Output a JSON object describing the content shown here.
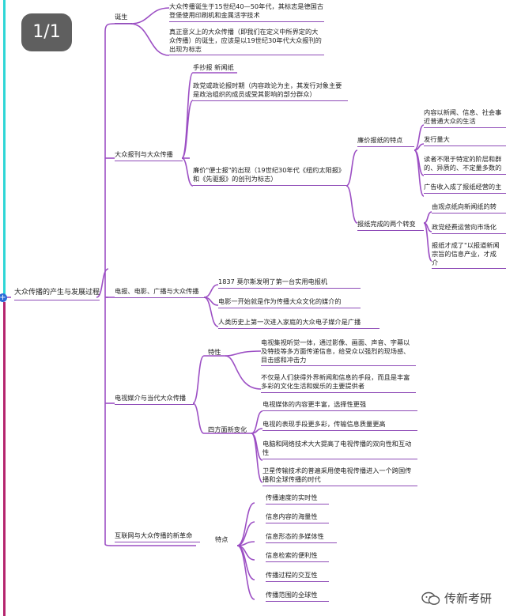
{
  "page_badge": "1/1",
  "root": "大众传播的产生与发展过程",
  "branches": {
    "birth": {
      "label": "诞生",
      "items": [
        "大众传播诞生于15世纪40—50年代，其标志是德国古登堡使用印刷机和金属活字技术",
        "真正意义上的大众传播（即我们在定义中所界定的大众传播）的诞生，应该是以19世纪30年代大众报刊的出现为标志"
      ]
    },
    "press": {
      "label": "大众报刊与大众传播",
      "items": [
        "手抄报  新闻纸",
        "政党或政论报时期（内容政论为主，其发行对象主要是政治组织的成员或受其影响的部分群众）"
      ],
      "penny": {
        "label": "廉价\"便士报\"的出现（19世纪30年代《纽约太阳报》和《先驱报》的创刊为标志）",
        "features": {
          "label": "廉价报纸的特点",
          "items": [
            "内容以新闻、信息、社会事\n近普通大众的生活",
            "发行量大",
            "读者不限于特定的阶层和群\n的、异质的、不定量多数的",
            "广告收入成了报纸经营的主"
          ]
        },
        "shifts": {
          "label": "报纸完成的两个转变",
          "items": [
            "由观点纸向新闻纸的转",
            "政党经费运营向市场化",
            "报纸才成了\"以报道新闻\n宗旨的信息产业，才成\n介"
          ]
        }
      }
    },
    "telegraph": {
      "label": "电报、电影、广播与大众传播",
      "items": [
        "1837  莫尔斯发明了第一台实用电报机",
        "电影一开始就是作为传播大众文化的媒介的",
        "人类历史上第一次进入家庭的大众电子媒介是广播"
      ]
    },
    "tv": {
      "label": "电视媒介与当代大众传播",
      "traits": {
        "label": "特性",
        "items": [
          "电视集视听觉一体，通过影像、画面、声音、字幕以及特技等多方面传递信息，给受众以强烈的现场感、目击感和冲击力",
          "不仅是人们获得外界新闻和信息的手段，而且是丰富多彩的文化生活和娱乐的主要提供者"
        ]
      },
      "changes": {
        "label": "四方面新变化",
        "items": [
          "电视媒体的内容更丰富，选择性更强",
          "电视的表现手段更多彩，传输信息质量更高",
          "电脑和网络技术大大提高了电视传播的双向性和互动性",
          "卫星传输技术的普遍采用使电视传播进入一个跨国传播和全球传播的时代"
        ]
      }
    },
    "internet": {
      "label": "互联网与大众传播的新革命",
      "features": {
        "label": "特点",
        "items": [
          "传播速度的实时性",
          "信息内容的海量性",
          "信息形态的多媒体性",
          "信息检索的便利性",
          "传播过程的交互性",
          "传播范围的全球性"
        ]
      }
    }
  },
  "watermark": "传新考研",
  "colors": {
    "link": "#9c4fc4",
    "underline": "#8e4bb7",
    "left_bar_top": "#2fd6d6",
    "left_bar_bottom": "#b5256e",
    "expand": "#2b6bd8",
    "badge": "#5f5f5f"
  },
  "icons": {
    "expand": "plus-circle-icon",
    "watermark": "wechat-icon"
  }
}
